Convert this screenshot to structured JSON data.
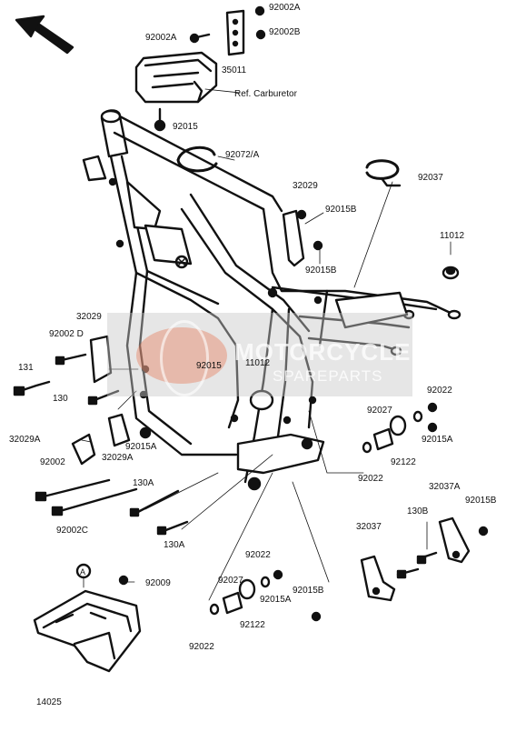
{
  "diagram": {
    "reference_label": "Ref. Carburetor",
    "callout_letter": "A",
    "watermark": {
      "line1": "MOTORCYCLE",
      "line2": "SPAREPARTS"
    },
    "parts": {
      "p92002A_top": "92002A",
      "p92002A_left": "92002A",
      "p92002B": "92002B",
      "p35011": "35011",
      "p92015_top": "92015",
      "p92072A": "92072/A",
      "p92037": "92037",
      "p32029_top": "32029",
      "p92015B_a": "92015B",
      "p92015B_b": "92015B",
      "p11012_right": "11012",
      "p32029_left": "32029",
      "p92002D": "92002 D",
      "p131": "131",
      "p92015_mid": "92015",
      "p11012_mid": "11012",
      "p130": "130",
      "p92027_right": "92027",
      "p92022_r1": "92022",
      "p32029A_a": "32029A",
      "p32029A_b": "32029A",
      "p92015A_left": "92015A",
      "p92015A_right": "92015A",
      "p92122_right": "92122",
      "p92002": "92002",
      "p92022_r2": "92022",
      "p130A_a": "130A",
      "p130A_b": "130A",
      "p32037A": "32037A",
      "p92015B_right": "92015B",
      "p92002C": "92002C",
      "p130B": "130B",
      "p32037": "32037",
      "p92022_b1": "92022",
      "p92027_b": "92027",
      "p92015A_b": "92015A",
      "p92009": "92009",
      "p92015B_b2": "92015B",
      "p92122_b": "92122",
      "p92022_b2": "92022",
      "p14025": "14025"
    }
  }
}
